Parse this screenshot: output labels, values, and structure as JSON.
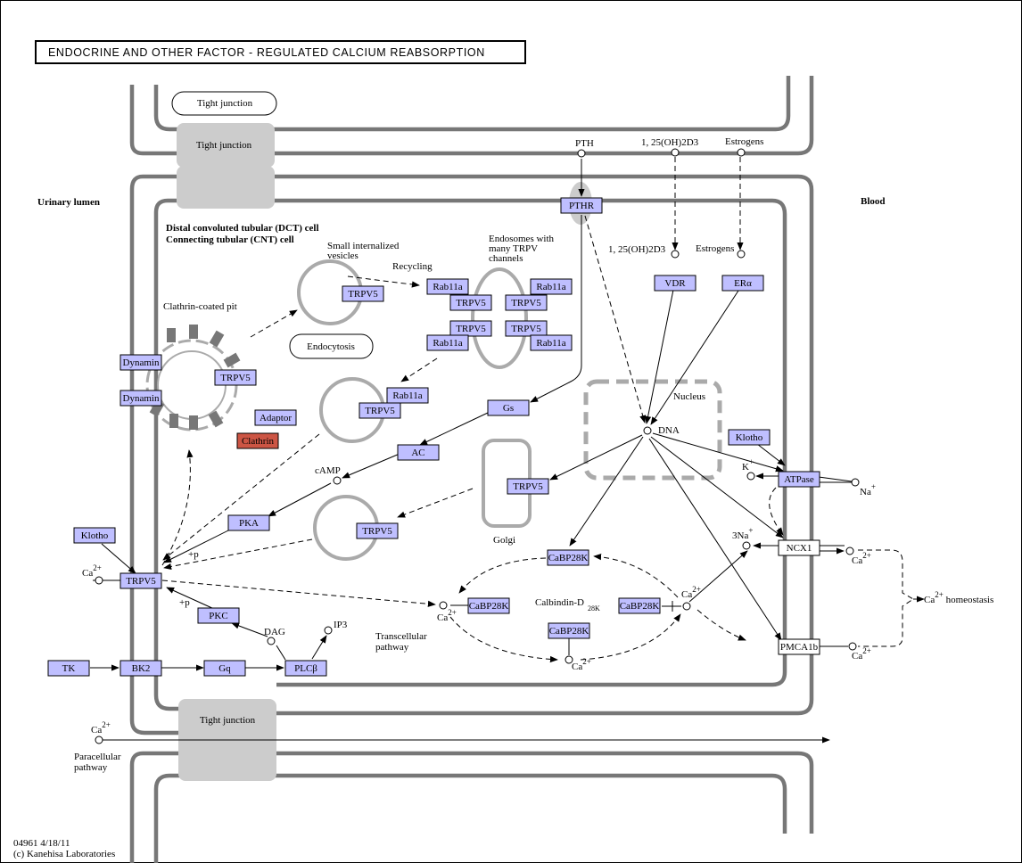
{
  "title": "ENDOCRINE AND OTHER FACTOR - REGULATED CALCIUM REABSORPTION",
  "footer": {
    "map_id": "04961 4/18/11",
    "copyright": "(c) Kanehisa Laboratories"
  },
  "regions": {
    "urinary_lumen": "Urinary lumen",
    "blood": "Blood",
    "cell_line1": "Distal convoluted tubular (DCT) cell",
    "cell_line2": "Connecting tubular (CNT) cell",
    "nucleus": "Nucleus",
    "golgi": "Golgi",
    "clathrin_pit": "Clathrin-coated pit",
    "small_vesicles_line1": "Small internalized",
    "small_vesicles_line2": "vesicles",
    "endosomes_line1": "Endosomes with",
    "endosomes_line2": "many TRPV",
    "endosomes_line3": "channels",
    "recycling": "Recycling",
    "transcellular_line1": "Transcellular",
    "transcellular_line2": "pathway",
    "paracellular_line1": "Paracellular",
    "paracellular_line2": "pathway",
    "calbindin": "Calbindin-D",
    "calbindin_sub": "28K",
    "homeostasis": "homeostasis"
  },
  "tight_junctions": [
    "Tight junction",
    "Tight junction",
    "Endocytosis",
    "Tight junction"
  ],
  "genes": {
    "trpv5": "TRPV5",
    "rab11a": "Rab11a",
    "dynamin": "Dynamin",
    "adaptor": "Adaptor",
    "clathrin": "Clathrin",
    "gs": "Gs",
    "ac": "AC",
    "pka": "PKA",
    "pkc": "PKC",
    "klotho": "Klotho",
    "tk": "TK",
    "bk2": "BK2",
    "gq": "Gq",
    "plcb": "PLCβ",
    "pthr": "PTHR",
    "vdr": "VDR",
    "era": "ERα",
    "atpase": "ATPase",
    "ncx1": "NCX1",
    "pmca1b": "PMCA1b",
    "cabp28k": "CaBP28K"
  },
  "compounds": {
    "pth": "PTH",
    "vitd_prefix": "1, 25(OH)",
    "vitd_sub": "2",
    "vitd_d": "D",
    "vitd_sub2": "3",
    "estrogens": "Estrogens",
    "camp": "cAMP",
    "dag": "DAG",
    "ip3": "IP3",
    "dna": "DNA",
    "ca": "Ca",
    "ca_charge": "2+",
    "k": "K",
    "k_charge": "+",
    "na": "Na",
    "na_charge": "+",
    "three_na": "3Na",
    "plus_p": "+p"
  },
  "colors": {
    "gene": "#bfbfff",
    "highlight_gene": "#cc5544",
    "membrane": "#777777",
    "vesicle": "#aaaaaa",
    "junction": "#cccccc"
  }
}
